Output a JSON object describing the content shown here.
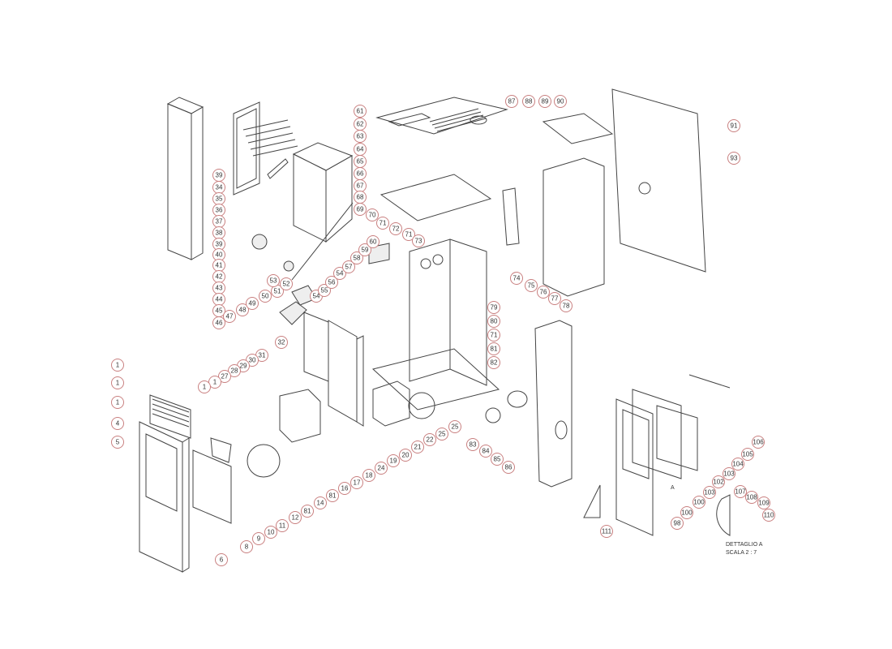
{
  "callouts": [
    "39",
    "34",
    "35",
    "36",
    "37",
    "38",
    "39",
    "40",
    "41",
    "42",
    "43",
    "44",
    "45",
    "46",
    "47",
    "48",
    "49",
    "50",
    "51",
    "53",
    "52",
    "54",
    "55",
    "56",
    "54",
    "57",
    "58",
    "59",
    "60",
    "61",
    "62",
    "63",
    "64",
    "65",
    "66",
    "67",
    "68",
    "69",
    "70",
    "71",
    "72",
    "71",
    "73",
    "87",
    "88",
    "89",
    "90",
    "91",
    "93",
    "74",
    "75",
    "76",
    "77",
    "78",
    "79",
    "80",
    "71",
    "81",
    "82",
    "32",
    "31",
    "30",
    "29",
    "28",
    "27",
    "1",
    "1",
    "1",
    "1",
    "1",
    "4",
    "5",
    "6",
    "8",
    "9",
    "10",
    "11",
    "12",
    "81",
    "14",
    "81",
    "16",
    "17",
    "18",
    "24",
    "19",
    "20",
    "21",
    "22",
    "25",
    "25",
    "83",
    "84",
    "85",
    "86",
    "106",
    "105",
    "104",
    "103",
    "102",
    "103",
    "100",
    "100",
    "98",
    "111",
    "107",
    "108",
    "109",
    "110"
  ],
  "detail": {
    "marker": "A",
    "title": "DETTAGLIO A",
    "scale": "SCALA 2 : 7"
  }
}
